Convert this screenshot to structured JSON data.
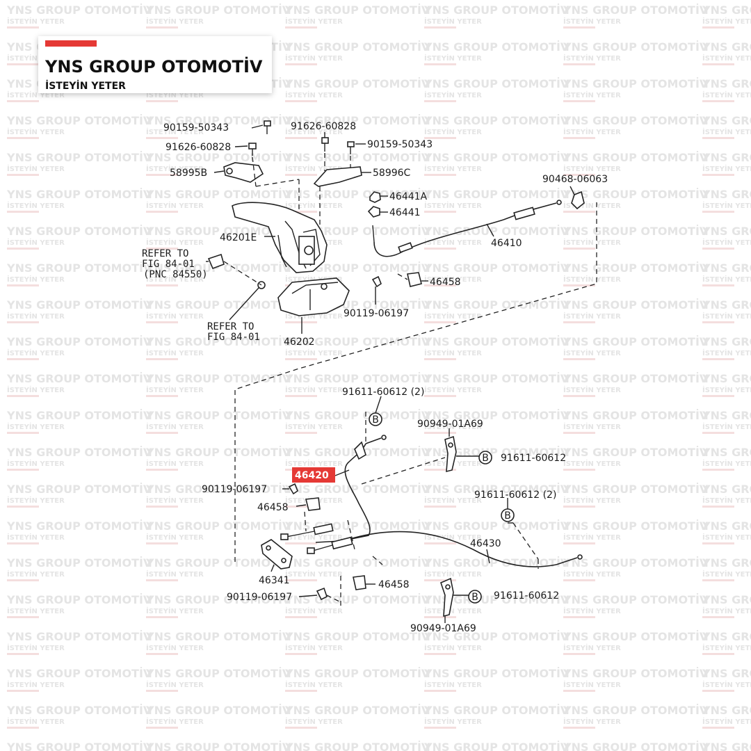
{
  "brand": {
    "title": "YNS GROUP OTOMOTİV",
    "tagline": "İSTEYİN YETER",
    "accent_color": "#e53935",
    "watermark_line1": "YNS GROUP OTOMOTİV",
    "watermark_line2": "İSTEYİN YETER"
  },
  "highlight_color": "#e53935",
  "labels": {
    "p90159_50343_a": "90159-50343",
    "p91626_60828_a": "91626-60828",
    "p58995B": "58995B",
    "p91626_60828_b": "91626-60828",
    "p90159_50343_b": "90159-50343",
    "p58996C": "58996C",
    "p46441A": "46441A",
    "p46441": "46441",
    "p90468_06063": "90468-06063",
    "p46410": "46410",
    "p46201E": "46201E",
    "refer1_line1": "REFER TO",
    "refer1_line2": "FIG 84-01",
    "refer1_line3": "(PNC 84550)",
    "refer2_line1": "REFER TO",
    "refer2_line2": "FIG 84-01",
    "p46458_top": "46458",
    "p90119_06197_top": "90119-06197",
    "p46202": "46202",
    "p91611_60612_2a": "91611-60612 (2)",
    "p90949_01A69_top": "90949-01A69",
    "p91611_60612_right": "91611-60612",
    "p46420": "46420",
    "p90119_06197_mid": "90119-06197",
    "p46458_mid": "46458",
    "p91611_60612_2b": "91611-60612 (2)",
    "p46430": "46430",
    "p46341": "46341",
    "p46458_bot": "46458",
    "p90119_06197_bot": "90119-06197",
    "p91611_60612_bot": "91611-60612",
    "p90949_01A69_bot": "90949-01A69",
    "ref_B": "B"
  }
}
